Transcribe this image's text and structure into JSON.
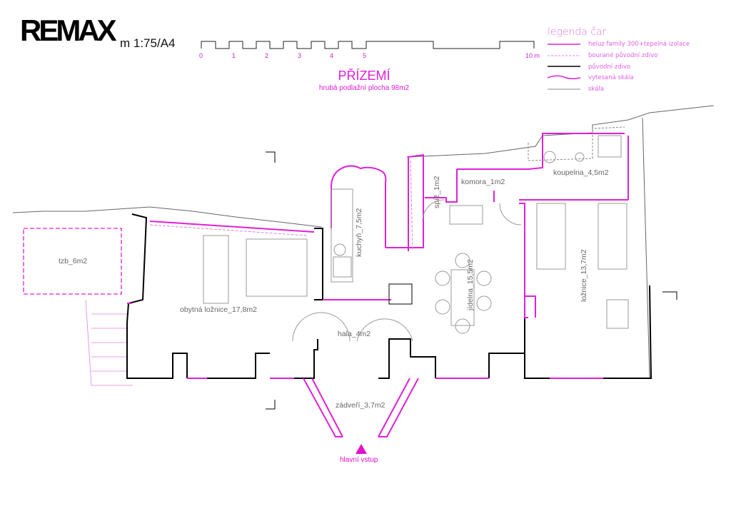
{
  "header": {
    "logo": "RE/MAX",
    "scale": "m 1:75/A4",
    "title": "PŘÍZEMÍ",
    "subtitle": "hrubá podlažní plocha 98m2"
  },
  "scale_bar": {
    "ticks": [
      "0",
      "1",
      "2",
      "3",
      "4",
      "5",
      "10 m"
    ]
  },
  "legend": {
    "title": "legenda čar",
    "items": [
      {
        "label": "heluz family 300+tepelná izolace",
        "color": "#e020d8",
        "style": "solid"
      },
      {
        "label": "bourané původní zdivo",
        "color": "#e080e0",
        "style": "dashed"
      },
      {
        "label": "původní zdivo",
        "color": "#000000",
        "style": "solid"
      },
      {
        "label": "vytesaná skála",
        "color": "#e020d8",
        "style": "wavy"
      },
      {
        "label": "skála",
        "color": "#888888",
        "style": "solid"
      }
    ]
  },
  "rooms": {
    "tzb": "tzb_6m2",
    "obytna_loznice": "obytná ložnice_17,8m2",
    "kuchyn": "kuchyň_7,5m2",
    "spiz": "spíž_1m2",
    "komora": "komora_1m2",
    "koupelna": "koupelna_4,5m2",
    "jidelna": "jídelna_15,5m2",
    "loznice": "ložnice_13,7m2",
    "hala": "hala_4m2",
    "zadveri": "zádveří_3,7m2"
  },
  "entry": "hlavní vstup",
  "colors": {
    "accent": "#e020d8",
    "wall": "#000000",
    "furniture": "#999999"
  }
}
